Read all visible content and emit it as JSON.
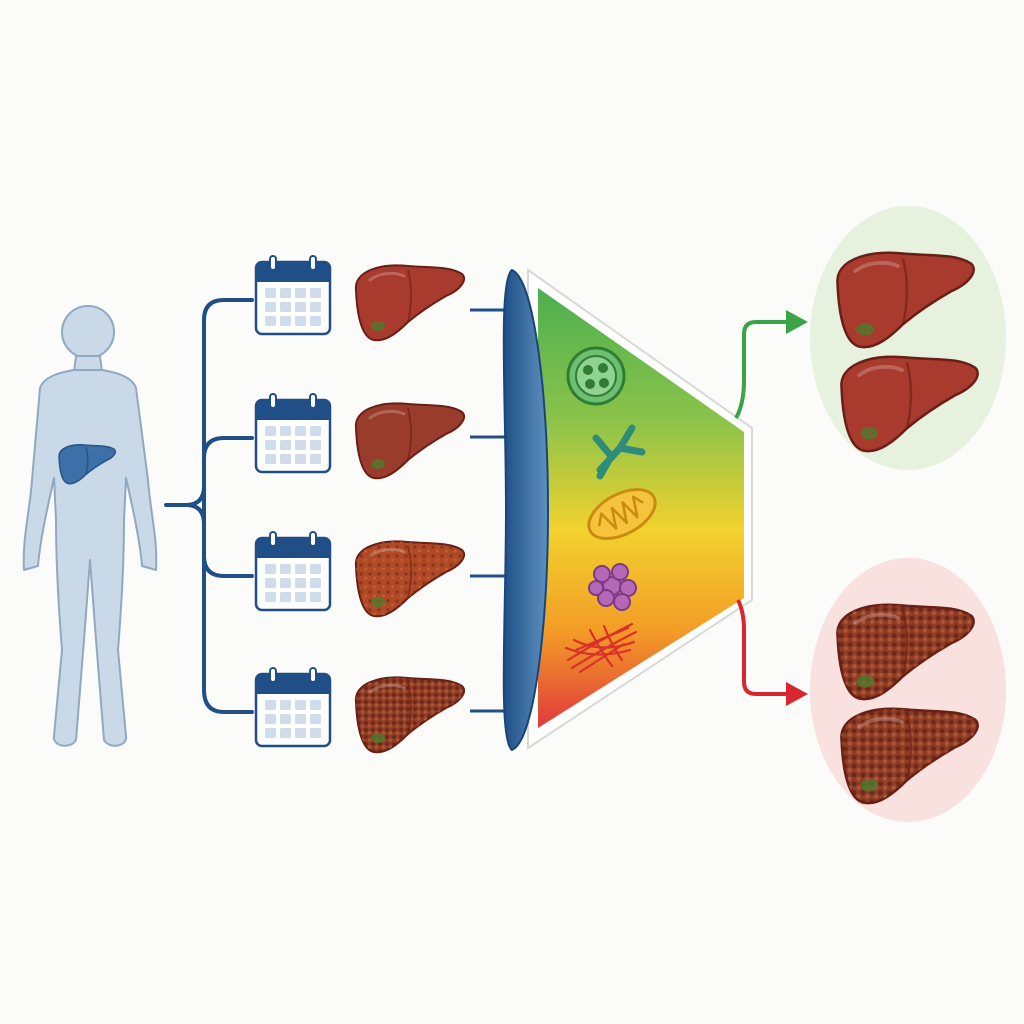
{
  "diagram": {
    "subject": {
      "icon": "human-body-icon",
      "organ_icon": "liver-icon"
    },
    "timepoints": [
      {
        "calendar_icon": "calendar-icon",
        "liver_state": "healthy"
      },
      {
        "calendar_icon": "calendar-icon",
        "liver_state": "mild"
      },
      {
        "calendar_icon": "calendar-icon",
        "liver_state": "moderate"
      },
      {
        "calendar_icon": "calendar-icon",
        "liver_state": "severe"
      }
    ],
    "funnel": {
      "gradient_colors": [
        "#4caf50",
        "#8bc34a",
        "#f2d22e",
        "#f39c26",
        "#e0393c"
      ],
      "features": [
        {
          "icon": "hepatocyte-cell-icon"
        },
        {
          "icon": "bile-duct-branch-icon"
        },
        {
          "icon": "mitochondria-icon"
        },
        {
          "icon": "inflammatory-cell-cluster-icon"
        },
        {
          "icon": "fibrosis-fibers-icon"
        }
      ]
    },
    "outcomes": [
      {
        "name": "healthy-outcome",
        "arrow_color": "#3aa345",
        "bg_color": "#e6f1de",
        "liver_state": "healthy"
      },
      {
        "name": "cirrhotic-outcome",
        "arrow_color": "#d8262e",
        "bg_color": "#f8e1de",
        "liver_state": "severe"
      }
    ],
    "colors": {
      "connector": "#1f4f86",
      "body": "#c9d9e8",
      "body_outline": "#8fa9c3",
      "calendar_header": "#1f4f86",
      "liver_healthy": "#a83a2e",
      "liver_mild": "#9a3c2c",
      "liver_moderate": "#b04a26",
      "liver_severe": "#8e3d26"
    }
  }
}
